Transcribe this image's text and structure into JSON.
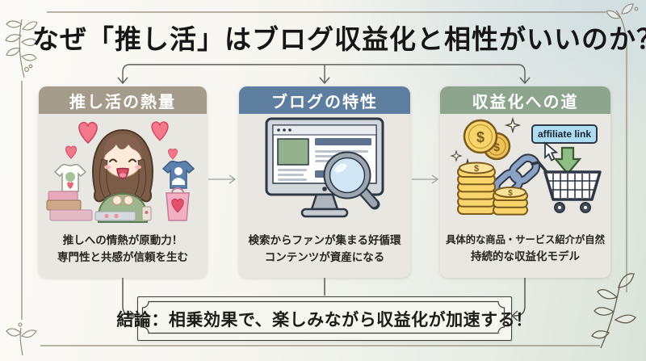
{
  "page": {
    "title": "なぜ「推し活」はブログ収益化と相性がいいのか？"
  },
  "columns": [
    {
      "header": "推し活の熱量",
      "header_color": "#a49b8a",
      "captions": [
        "推しへの情熱が原動力！",
        "専門性と共感が信頼を生む"
      ],
      "illustration": "fan-girl-with-merch-and-hearts"
    },
    {
      "header": "ブログの特性",
      "header_color": "#5d7e9e",
      "captions": [
        "検索からファンが集まる好循環",
        "コンテンツが資産になる"
      ],
      "illustration": "pc-monitor-blog-with-magnifier"
    },
    {
      "header": "収益化への道",
      "header_color": "#8ca58c",
      "captions": [
        "具体的な商品・サービス紹介が自然",
        "持続的な収益化モデル"
      ],
      "illustration": "coins-chain-affiliate-cart",
      "illustration_label": "affiliate link",
      "coin_symbol": "$"
    }
  ],
  "conclusion": {
    "text": "結論：相乗効果で、楽しみながら収益化が加速する！"
  },
  "colors": {
    "header_oshi": "#a49b8a",
    "header_blog": "#5d7e9e",
    "header_monetize": "#8ca58c",
    "card_body": "#e9e7e1",
    "heart_pink": "#f3798a",
    "coin_gold": "#f8d56c",
    "affiliate_chip_blue": "#aedcf0",
    "arrow_green": "#8fbe84",
    "connector_gray": "#5c5c5c"
  }
}
